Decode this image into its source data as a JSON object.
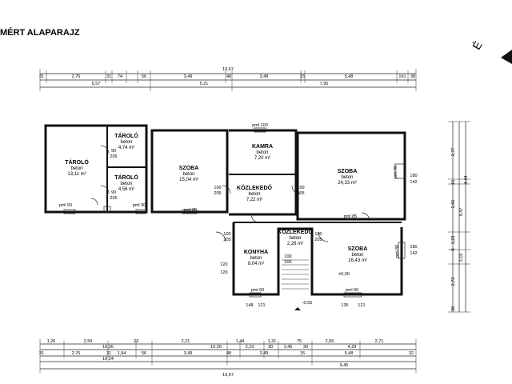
{
  "title": "MÉRT ALAPARAJZ",
  "north_mark": "É",
  "rooms": [
    {
      "name": "TÁROLÓ",
      "material": "beton",
      "area": "13,11 m²"
    },
    {
      "name": "TÁROLÓ",
      "material": "beton",
      "area": "4,74 m²"
    },
    {
      "name": "TÁROLÓ",
      "material": "beton",
      "area": "4,56 m²"
    },
    {
      "name": "SZOBA",
      "material": "beton",
      "area": "15,04 m²"
    },
    {
      "name": "KAMRA",
      "material": "beton",
      "area": "7,20 m²"
    },
    {
      "name": "KÖZLEKEDŐ",
      "material": "beton",
      "area": "7,22 m²"
    },
    {
      "name": "SZOBA",
      "material": "beton",
      "area": "24,33 m²"
    },
    {
      "name": "KONYHA",
      "material": "beton",
      "area": "8,04 m²"
    },
    {
      "name": "KÖZLEKEDŐ",
      "material": "beton",
      "area": "2,28 m²"
    },
    {
      "name": "SZOBA",
      "material": "beton",
      "area": "16,43 m²"
    }
  ],
  "openings": [
    "pml 50",
    "pml 90",
    "pml 100",
    "pml 85",
    "pml 85",
    "pml 80",
    "pml 60",
    "pml 90",
    "pml 60"
  ],
  "door_labels": [
    "90",
    "205",
    "90",
    "205",
    "100",
    "205",
    "100",
    "205",
    "100",
    "205",
    "100",
    "205",
    "100",
    "205",
    "120",
    "129",
    "180",
    "142",
    "180",
    "142",
    "148",
    "121",
    "135",
    "121"
  ],
  "levels": [
    "±0,00",
    "-0,55"
  ],
  "top_dims": {
    "row1": [
      "31",
      "2,76",
      "31",
      "74",
      "56",
      "3,49",
      "48",
      "3,49",
      "15",
      "5,48",
      "161",
      "38"
    ],
    "row2": [
      "5,57",
      "5,21",
      "7,95"
    ],
    "total": "19,67"
  },
  "bottom_dims": {
    "row1": [
      "1,26",
      "2,50",
      "23",
      "2,21",
      "1,44",
      "1,31",
      "75",
      "2,56",
      "2,71"
    ],
    "row2": [
      "10,26",
      "10,26",
      "2,19",
      "30",
      "1,45",
      "30",
      "4,29"
    ],
    "row3": [
      "31",
      "2,76",
      "31",
      "1,94",
      "56",
      "3,49",
      "48",
      "3,49",
      "15",
      "5,48",
      "32"
    ],
    "row4": [
      "10,24",
      "9,45"
    ],
    "total": "19,67"
  },
  "right_dims": [
    "2,77",
    "15",
    "4,44",
    "2,66",
    "9,47",
    "1,23",
    "8",
    "3,18",
    "2,73",
    "38"
  ]
}
